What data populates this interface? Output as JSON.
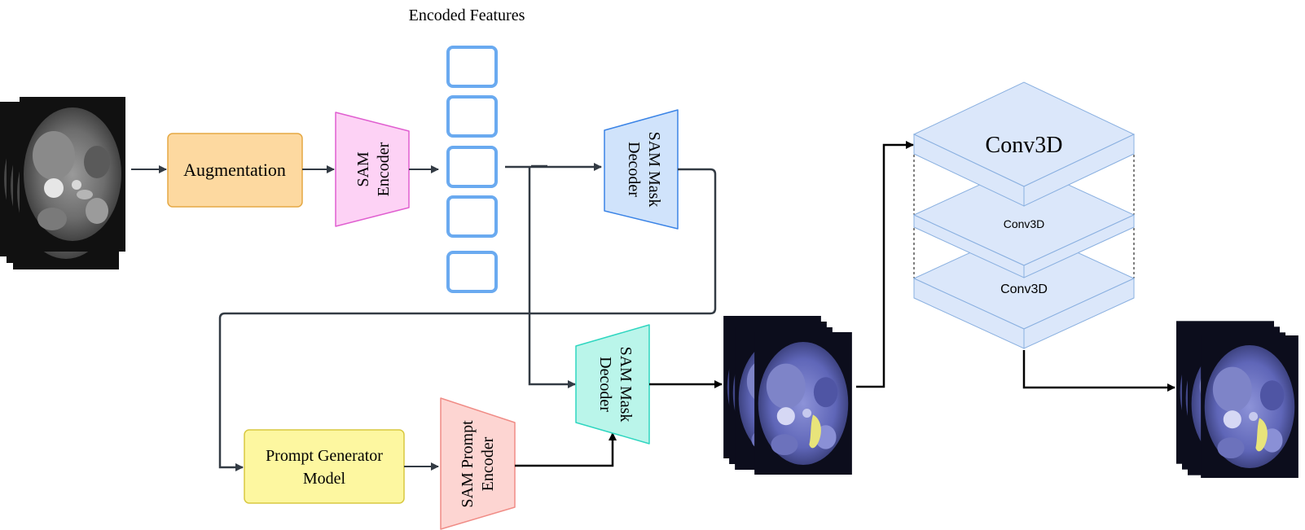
{
  "title": "Encoded Features",
  "blocks": {
    "augmentation": "Augmentation",
    "sam_encoder": [
      "SAM",
      "Encoder"
    ],
    "sam_mask_decoder_top": [
      "SAM Mask",
      "Decoder"
    ],
    "sam_mask_decoder_bottom": [
      "SAM Mask",
      "Decoder"
    ],
    "prompt_generator": [
      "Prompt Generator",
      "Model"
    ],
    "sam_prompt_encoder": [
      "SAM Prompt",
      "Encoder"
    ]
  },
  "conv_stack": {
    "top_label": "Conv3D",
    "middle_label": "Conv3D",
    "bottom_label": "Conv3D"
  },
  "colors": {
    "augmentation_fill": "#fdd9a0",
    "augmentation_stroke": "#e5a844",
    "sam_encoder_fill": "#fdd2f5",
    "sam_encoder_stroke": "#e05fd0",
    "decoder_top_fill": "#d0e3fb",
    "decoder_top_stroke": "#3b84e6",
    "decoder_bottom_fill": "#baf5ea",
    "decoder_bottom_stroke": "#2fd6c0",
    "prompt_gen_fill": "#fdf7a0",
    "prompt_gen_stroke": "#d8c840",
    "prompt_enc_fill": "#fdd5d2",
    "prompt_enc_stroke": "#f08c86",
    "feature_stroke": "#6aaaf0",
    "conv_fill": "#dbe7fa",
    "conv_stroke": "#8ab0e0",
    "arrow": "#333b44"
  },
  "images": {
    "input_ct": "ct-scan-stack",
    "mask_ct": "segmented-ct-stack",
    "output_ct": "refined-segmented-ct-stack"
  }
}
